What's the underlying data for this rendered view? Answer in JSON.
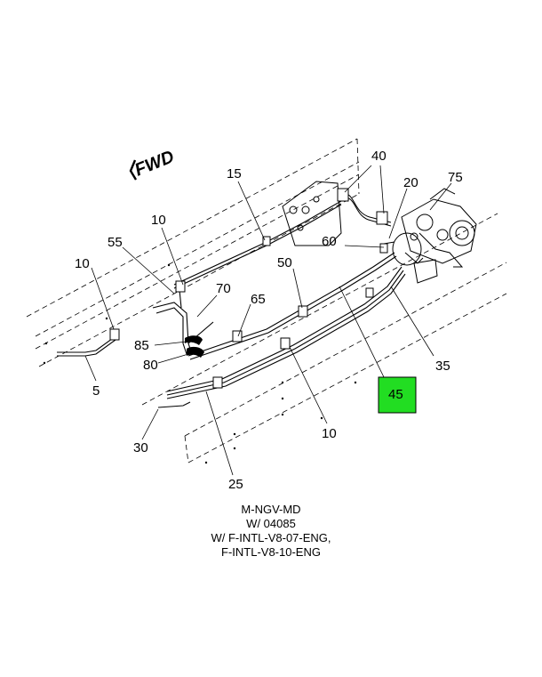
{
  "direction_label": "FWD",
  "callouts": {
    "c5": "5",
    "c10a": "10",
    "c10b": "10",
    "c10c": "10",
    "c15": "15",
    "c20": "20",
    "c25": "25",
    "c30": "30",
    "c35": "35",
    "c40": "40",
    "c45": "45",
    "c50": "50",
    "c55": "55",
    "c60": "60",
    "c65": "65",
    "c70": "70",
    "c75": "75",
    "c80": "80",
    "c85": "85"
  },
  "highlight_color": "#22dd22",
  "caption": {
    "line1": "M-NGV-MD",
    "line2": "W/ 04085",
    "line3": "W/ F-INTL-V8-07-ENG,",
    "line4": "F-INTL-V8-10-ENG"
  }
}
